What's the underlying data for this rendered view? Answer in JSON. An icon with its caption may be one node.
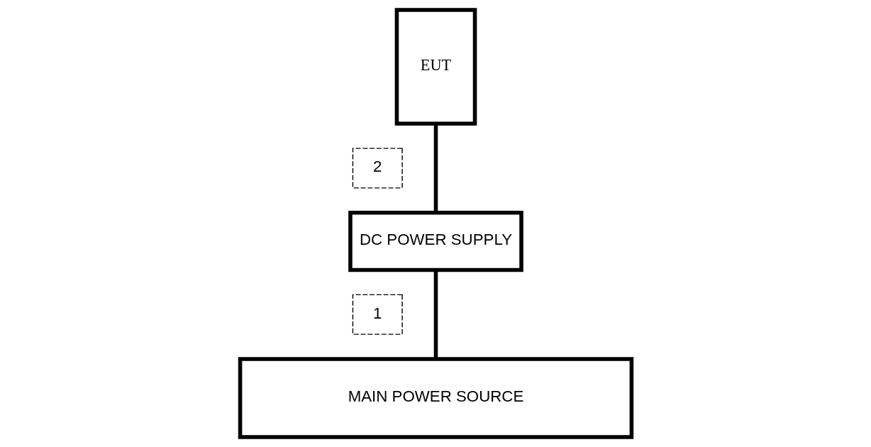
{
  "diagram": {
    "nodes": [
      {
        "text": [
          "EUT"
        ]
      },
      {
        "text": [
          "2"
        ]
      },
      {
        "text": [
          "DC POWER SUPPLY"
        ]
      },
      {
        "text": [
          "1"
        ]
      },
      {
        "text": [
          "MAIN POWER SOURCE"
        ]
      }
    ],
    "edges": [
      {
        "from": 0,
        "to": 2,
        "arrow": "none"
      },
      {
        "from": 2,
        "to": 4,
        "arrow": "none"
      }
    ]
  }
}
